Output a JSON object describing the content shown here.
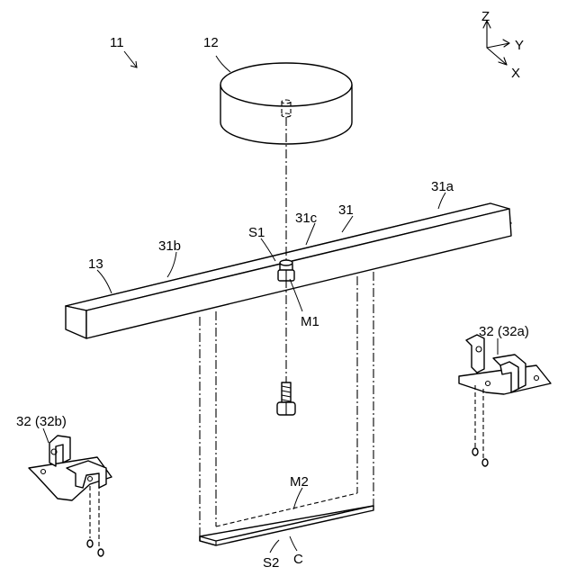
{
  "labels": {
    "assembly": "11",
    "top_unit": "12",
    "bar_end": "13",
    "rail": "31",
    "rail_a": "31a",
    "rail_b": "31b",
    "rail_c": "31c",
    "surface_s1": "S1",
    "mark_m1": "M1",
    "mark_m2": "M2",
    "surface_s2": "S2",
    "plate_c": "C",
    "bracket_a": "32 (32a)",
    "bracket_b": "32 (32b)"
  },
  "axes": {
    "z": "Z",
    "y": "Y",
    "x": "X"
  }
}
